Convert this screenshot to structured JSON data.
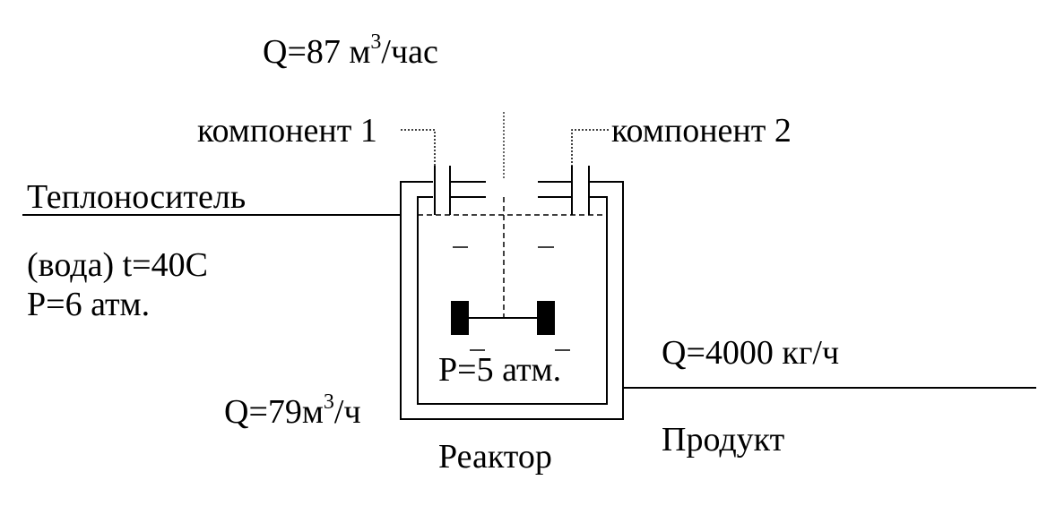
{
  "flow_top": {
    "q": "Q=87 м",
    "sup": "3",
    "unit": "/час"
  },
  "component1": "компонент 1",
  "component2": "компонент 2",
  "coolant": {
    "title": "Теплоноситель",
    "detail": "(вода) t=40С",
    "pressure": "Р=6 атм."
  },
  "reactor": {
    "pressure": "Р=5 атм.",
    "name": "Реактор"
  },
  "flow_coolant": {
    "q": "Q=79м",
    "sup": "3",
    "unit": "/ч"
  },
  "product": {
    "flow": "Q=4000 кг/ч",
    "name": "Продукт"
  }
}
